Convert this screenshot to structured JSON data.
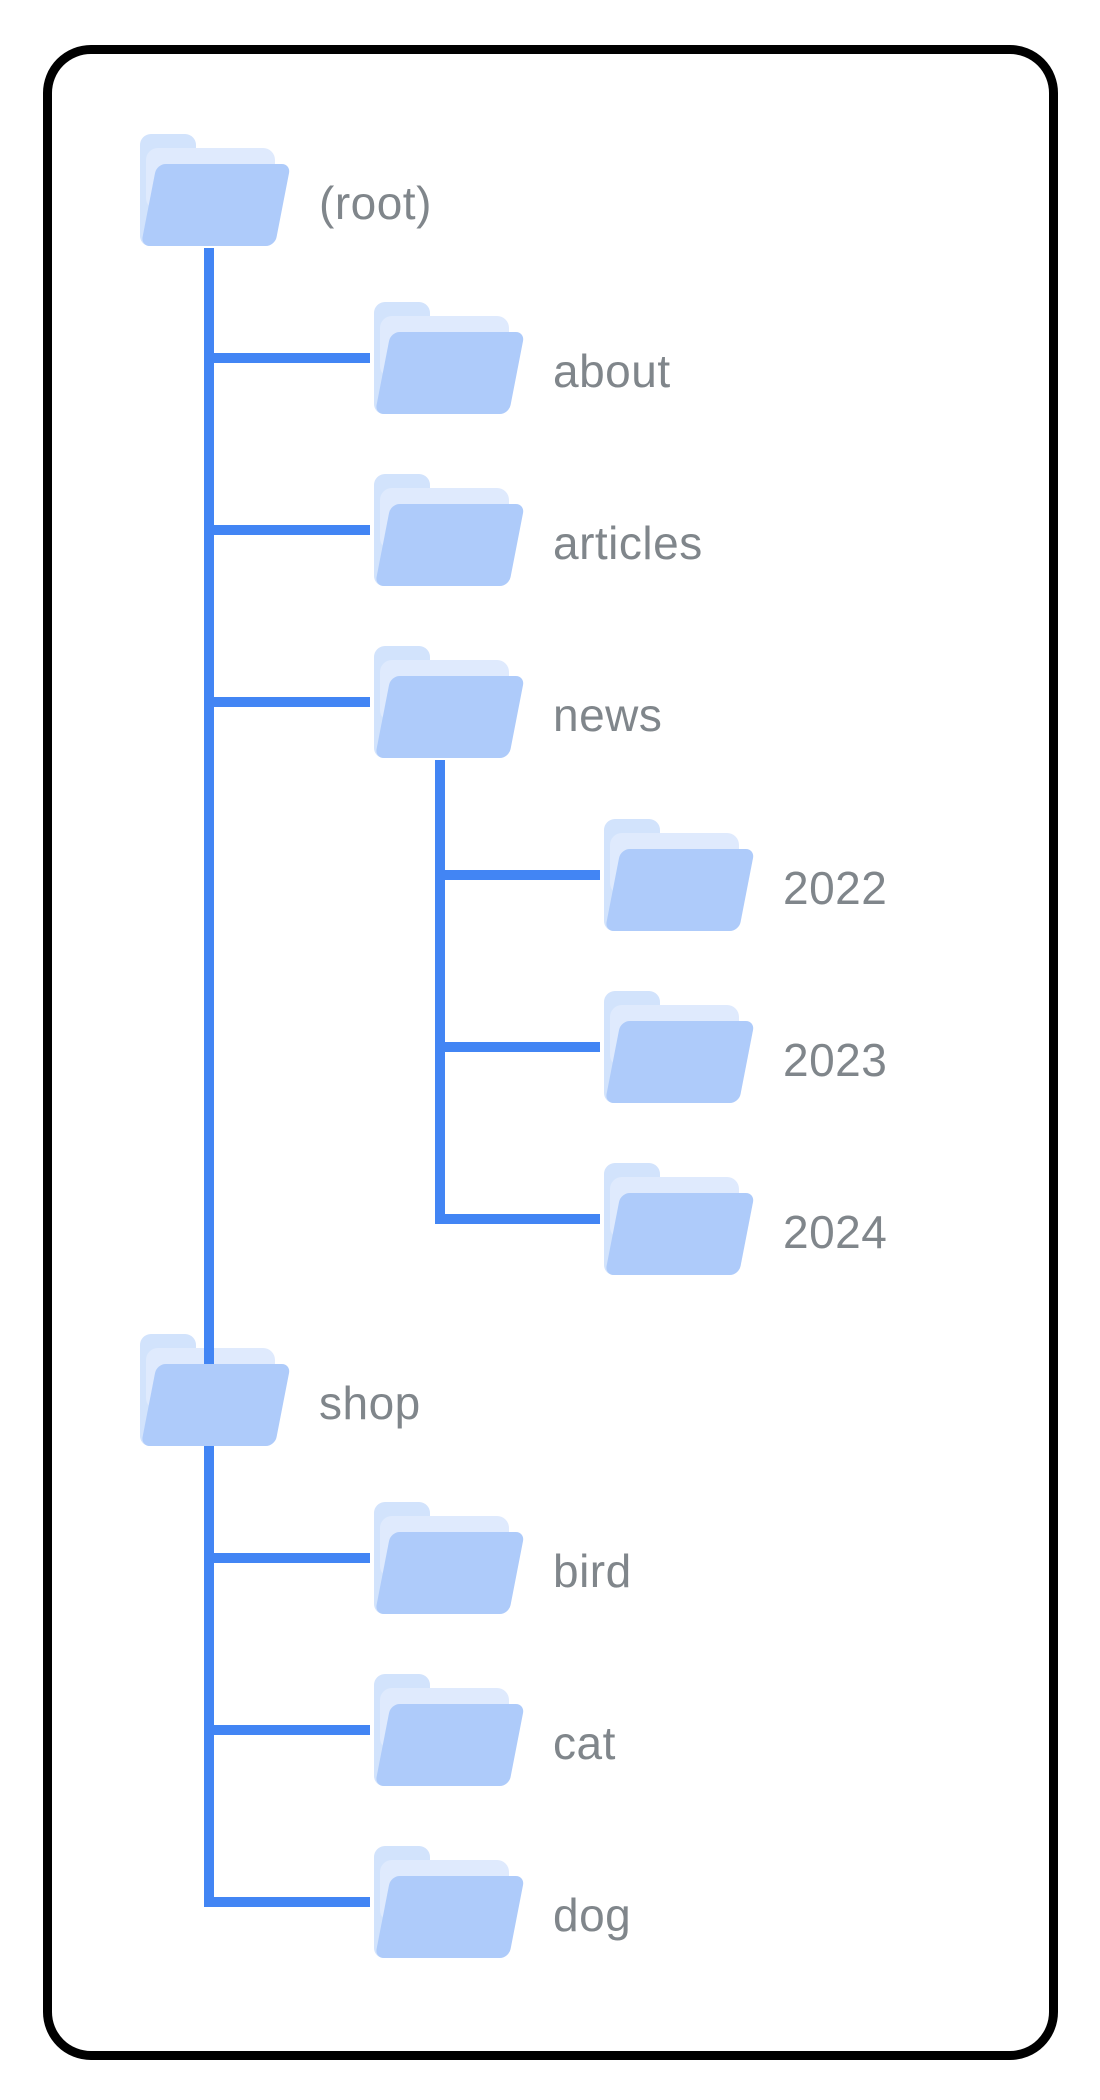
{
  "diagram": {
    "type": "folder-tree",
    "nodes": [
      {
        "label": "(root)",
        "depth": 0,
        "parent": null
      },
      {
        "label": "about",
        "depth": 1,
        "parent": "(root)"
      },
      {
        "label": "articles",
        "depth": 1,
        "parent": "(root)"
      },
      {
        "label": "news",
        "depth": 1,
        "parent": "(root)"
      },
      {
        "label": "2022",
        "depth": 2,
        "parent": "news"
      },
      {
        "label": "2023",
        "depth": 2,
        "parent": "news"
      },
      {
        "label": "2024",
        "depth": 2,
        "parent": "news"
      },
      {
        "label": "shop",
        "depth": 1,
        "parent": "(root)"
      },
      {
        "label": "bird",
        "depth": 2,
        "parent": "shop"
      },
      {
        "label": "cat",
        "depth": 2,
        "parent": "shop"
      },
      {
        "label": "dog",
        "depth": 2,
        "parent": "shop"
      }
    ],
    "colors": {
      "connector_line": "#4285f4",
      "label_text": "#80868b",
      "folder_front": "#aecbfa",
      "folder_back": "#d2e3fc",
      "folder_back_light": "#dfeafd",
      "card_border": "#000000",
      "background": "#ffffff"
    }
  }
}
